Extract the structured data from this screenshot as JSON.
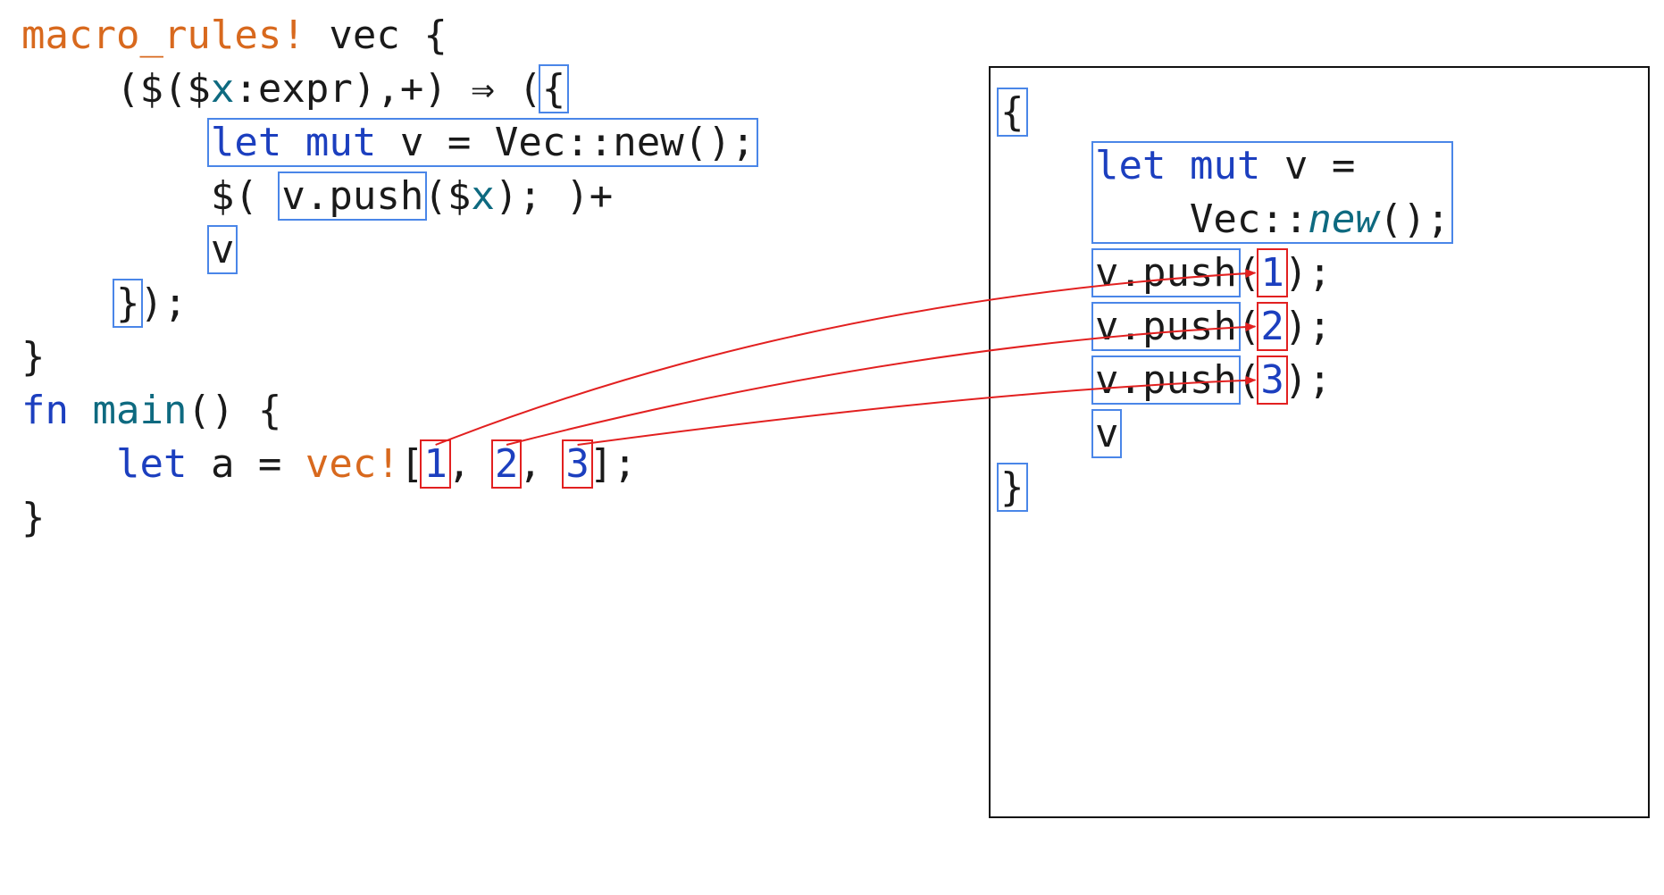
{
  "colors": {
    "default": "#1a1a1a",
    "macro": "#d8691e",
    "keyword": "#1c3fbf",
    "variable": "#0e6a80",
    "number": "#1c3fbf",
    "function_italic": "#0e6a80",
    "box_blue": "#4a86e8",
    "box_red": "#e22020",
    "arrow": "#e22020"
  },
  "source": {
    "lines": [
      [
        {
          "t": "macro_rules!",
          "c": "macro"
        },
        {
          "t": " vec {",
          "c": "default"
        }
      ],
      [
        {
          "t": "    ($($",
          "c": "default"
        },
        {
          "t": "x",
          "c": "variable"
        },
        {
          "t": ":expr),+) ⇒ (",
          "c": "default"
        },
        {
          "t": "{",
          "c": "default",
          "id": "src-open-brace"
        }
      ],
      [
        {
          "t": "        ",
          "c": "default"
        },
        {
          "t": "let",
          "c": "keyword",
          "id": "src-let-start"
        },
        {
          "t": " ",
          "c": "default"
        },
        {
          "t": "mut",
          "c": "keyword"
        },
        {
          "t": " v = Vec::new();",
          "c": "default",
          "id": "src-let-end"
        }
      ],
      [
        {
          "t": "        $( ",
          "c": "default"
        },
        {
          "t": "v.push",
          "c": "default",
          "id": "src-push"
        },
        {
          "t": "($",
          "c": "default"
        },
        {
          "t": "x",
          "c": "variable"
        },
        {
          "t": "); )+",
          "c": "default"
        }
      ],
      [
        {
          "t": "        ",
          "c": "default"
        },
        {
          "t": "v",
          "c": "default",
          "id": "src-v"
        }
      ],
      [
        {
          "t": "    ",
          "c": "default"
        },
        {
          "t": "}",
          "c": "default",
          "id": "src-close-brace"
        },
        {
          "t": ");",
          "c": "default"
        }
      ],
      [
        {
          "t": "}",
          "c": "default"
        }
      ],
      [
        {
          "t": "fn",
          "c": "keyword"
        },
        {
          "t": " ",
          "c": "default"
        },
        {
          "t": "main",
          "c": "variable"
        },
        {
          "t": "() {",
          "c": "default"
        }
      ],
      [
        {
          "t": "    ",
          "c": "default"
        },
        {
          "t": "let",
          "c": "keyword"
        },
        {
          "t": " a = ",
          "c": "default"
        },
        {
          "t": "vec!",
          "c": "macro"
        },
        {
          "t": "[",
          "c": "default"
        },
        {
          "t": "1",
          "c": "number",
          "id": "src-arg-1"
        },
        {
          "t": ", ",
          "c": "default"
        },
        {
          "t": "2",
          "c": "number",
          "id": "src-arg-2"
        },
        {
          "t": ", ",
          "c": "default"
        },
        {
          "t": "3",
          "c": "number",
          "id": "src-arg-3"
        },
        {
          "t": "];",
          "c": "default"
        }
      ],
      [
        {
          "t": "}",
          "c": "default"
        }
      ]
    ]
  },
  "expansion": {
    "lines": [
      [
        {
          "t": "{",
          "c": "default",
          "id": "exp-open-brace"
        }
      ],
      [
        {
          "t": "    ",
          "c": "default"
        },
        {
          "t": "let",
          "c": "keyword",
          "id": "exp-let-start"
        },
        {
          "t": " ",
          "c": "default"
        },
        {
          "t": "mut",
          "c": "keyword"
        },
        {
          "t": " v =",
          "c": "default"
        }
      ],
      [
        {
          "t": "        Vec::",
          "c": "default"
        },
        {
          "t": "new",
          "c": "function_italic"
        },
        {
          "t": "();",
          "c": "default",
          "id": "exp-let-end"
        }
      ],
      [
        {
          "t": "    ",
          "c": "default"
        },
        {
          "t": "v.push",
          "c": "default",
          "id": "exp-push-1"
        },
        {
          "t": "(",
          "c": "default"
        },
        {
          "t": "1",
          "c": "number",
          "id": "exp-arg-1"
        },
        {
          "t": ");",
          "c": "default"
        }
      ],
      [
        {
          "t": "    ",
          "c": "default"
        },
        {
          "t": "v.push",
          "c": "default",
          "id": "exp-push-2"
        },
        {
          "t": "(",
          "c": "default"
        },
        {
          "t": "2",
          "c": "number",
          "id": "exp-arg-2"
        },
        {
          "t": ");",
          "c": "default"
        }
      ],
      [
        {
          "t": "    ",
          "c": "default"
        },
        {
          "t": "v.push",
          "c": "default",
          "id": "exp-push-3"
        },
        {
          "t": "(",
          "c": "default"
        },
        {
          "t": "3",
          "c": "number",
          "id": "exp-arg-3"
        },
        {
          "t": ");",
          "c": "default"
        }
      ],
      [
        {
          "t": "    ",
          "c": "default"
        },
        {
          "t": "v",
          "c": "default",
          "id": "exp-v"
        }
      ],
      [
        {
          "t": "}",
          "c": "default",
          "id": "exp-close-brace"
        }
      ]
    ]
  },
  "highlight_boxes": [
    {
      "from": "src-open-brace",
      "to": "src-open-brace",
      "color": "blue"
    },
    {
      "from": "src-let-start",
      "to": "src-let-end",
      "color": "blue"
    },
    {
      "from": "src-push",
      "to": "src-push",
      "color": "blue"
    },
    {
      "from": "src-v",
      "to": "src-v",
      "color": "blue"
    },
    {
      "from": "src-close-brace",
      "to": "src-close-brace",
      "color": "blue"
    },
    {
      "from": "src-arg-1",
      "to": "src-arg-1",
      "color": "red"
    },
    {
      "from": "src-arg-2",
      "to": "src-arg-2",
      "color": "red"
    },
    {
      "from": "src-arg-3",
      "to": "src-arg-3",
      "color": "red"
    },
    {
      "from": "exp-open-brace",
      "to": "exp-open-brace",
      "color": "blue"
    },
    {
      "from": "exp-let-start",
      "to": "exp-let-end",
      "color": "blue"
    },
    {
      "from": "exp-push-1",
      "to": "exp-push-1",
      "color": "blue"
    },
    {
      "from": "exp-push-2",
      "to": "exp-push-2",
      "color": "blue"
    },
    {
      "from": "exp-push-3",
      "to": "exp-push-3",
      "color": "blue"
    },
    {
      "from": "exp-v",
      "to": "exp-v",
      "color": "blue"
    },
    {
      "from": "exp-close-brace",
      "to": "exp-close-brace",
      "color": "blue"
    },
    {
      "from": "exp-arg-1",
      "to": "exp-arg-1",
      "color": "red"
    },
    {
      "from": "exp-arg-2",
      "to": "exp-arg-2",
      "color": "red"
    },
    {
      "from": "exp-arg-3",
      "to": "exp-arg-3",
      "color": "red"
    }
  ],
  "arrows": [
    {
      "from": "src-arg-1",
      "to": "exp-arg-1"
    },
    {
      "from": "src-arg-2",
      "to": "exp-arg-2"
    },
    {
      "from": "src-arg-3",
      "to": "exp-arg-3"
    }
  ]
}
